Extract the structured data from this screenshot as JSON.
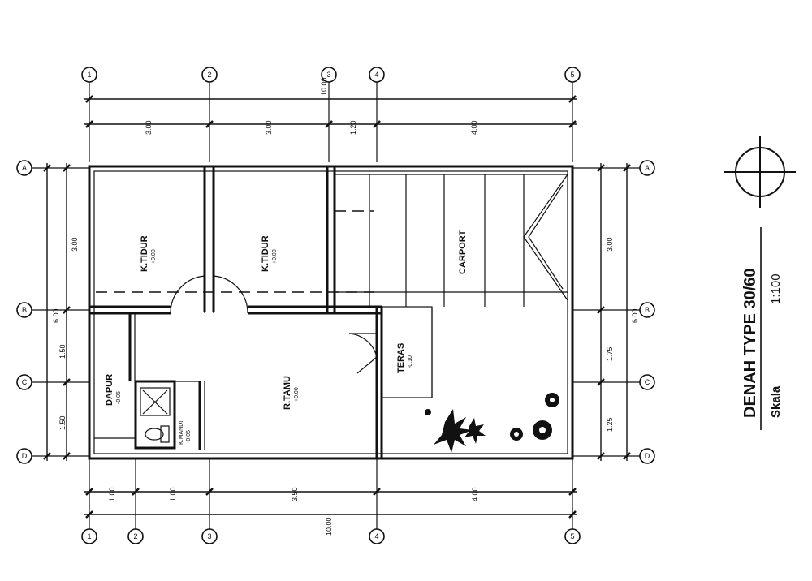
{
  "grid_top": [
    "1",
    "2",
    "3",
    "4",
    "5"
  ],
  "grid_bottom": [
    "1",
    "2",
    "3",
    "4",
    "5"
  ],
  "grid_left": [
    "A",
    "B",
    "C",
    "D"
  ],
  "grid_right": [
    "A",
    "B",
    "C",
    "D"
  ],
  "dims_top": {
    "total": "10.00",
    "segments": [
      "3.00",
      "3.00",
      "1.20",
      "4.00"
    ]
  },
  "dims_bottom": {
    "total": "10.00",
    "segments": [
      "1.00",
      "1.00",
      "3.50",
      "4.00"
    ]
  },
  "dims_left": {
    "total": "6.00",
    "segments": [
      "3.00",
      "1.50",
      "1.50"
    ]
  },
  "dims_right": {
    "total": "6.00",
    "segments": [
      "3.00",
      "1.75",
      "1.25"
    ]
  },
  "rooms": {
    "ktidur1": {
      "name": "K.TIDUR",
      "level": "+0.00"
    },
    "ktidur2": {
      "name": "K.TIDUR",
      "level": "+0.00"
    },
    "carport": {
      "name": "CARPORT"
    },
    "teras": {
      "name": "TERAS",
      "level": "-0.10"
    },
    "rtamu": {
      "name": "R.TAMU",
      "level": "+0.00"
    },
    "dapur": {
      "name": "DAPUR",
      "level": "-0.05"
    },
    "km": {
      "name": "K.MANDI",
      "level": "-0.05"
    }
  },
  "title": {
    "main": "DENAH TYPE 30/60",
    "scale_label": "Skala",
    "scale_value": "1:100"
  }
}
